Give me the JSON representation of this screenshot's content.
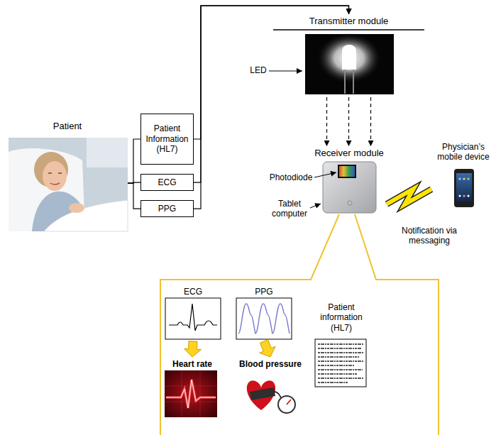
{
  "diagram": {
    "nodes": [
      {
        "text": [
          "Patient"
        ]
      },
      {
        "text": [
          "Patient Information (HL7)"
        ]
      },
      {
        "text": [
          "ECG"
        ]
      },
      {
        "text": [
          "PPG"
        ]
      },
      {
        "text": [
          "Transmitter module"
        ]
      },
      {
        "text": [
          "Receiver module"
        ]
      },
      {
        "text": [
          "Physician’s mobile device"
        ]
      },
      {
        "text": [
          "ECG"
        ]
      },
      {
        "text": [
          "PPG"
        ]
      },
      {
        "text": [
          "Patient information (HL7)"
        ]
      },
      {
        "text": [
          "Heart rate"
        ]
      },
      {
        "text": [
          "Blood pressure"
        ]
      }
    ],
    "edges": [
      {
        "from": 0,
        "to": 1,
        "arrow": "none"
      },
      {
        "from": 0,
        "to": 2,
        "arrow": "none"
      },
      {
        "from": 0,
        "to": 3,
        "arrow": "none"
      },
      {
        "from": 1,
        "to": 4,
        "arrow": "to"
      },
      {
        "from": 2,
        "to": 4,
        "arrow": "to"
      },
      {
        "from": 3,
        "to": 4,
        "arrow": "to"
      },
      {
        "from": 4,
        "to": 5,
        "arrow": "to"
      },
      {
        "from": 5,
        "to": 6,
        "label": "Notification via messaging",
        "arrow": "none"
      },
      {
        "from": 7,
        "to": 10,
        "arrow": "to"
      },
      {
        "from": 8,
        "to": 11,
        "arrow": "to"
      }
    ],
    "labels": [
      "LED",
      "Photodiode",
      "Tablet computer"
    ]
  }
}
